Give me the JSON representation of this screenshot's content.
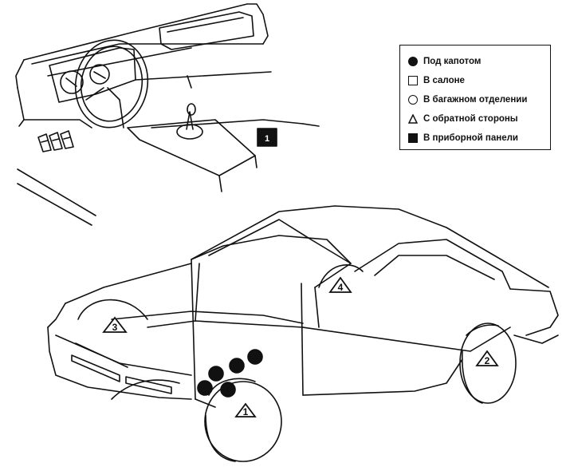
{
  "legend": {
    "items": [
      {
        "symbol": "filled-circle",
        "label": "Под капотом"
      },
      {
        "symbol": "empty-square",
        "label": "В салоне"
      },
      {
        "symbol": "empty-circle",
        "label": "В багажном отделении"
      },
      {
        "symbol": "empty-triangle",
        "label": "С обратной стороны"
      },
      {
        "symbol": "filled-square",
        "label": "В приборной панели"
      }
    ]
  },
  "markers": {
    "m1": "1",
    "m2": "2",
    "m3": "3",
    "m4": "4",
    "dash": "1"
  }
}
